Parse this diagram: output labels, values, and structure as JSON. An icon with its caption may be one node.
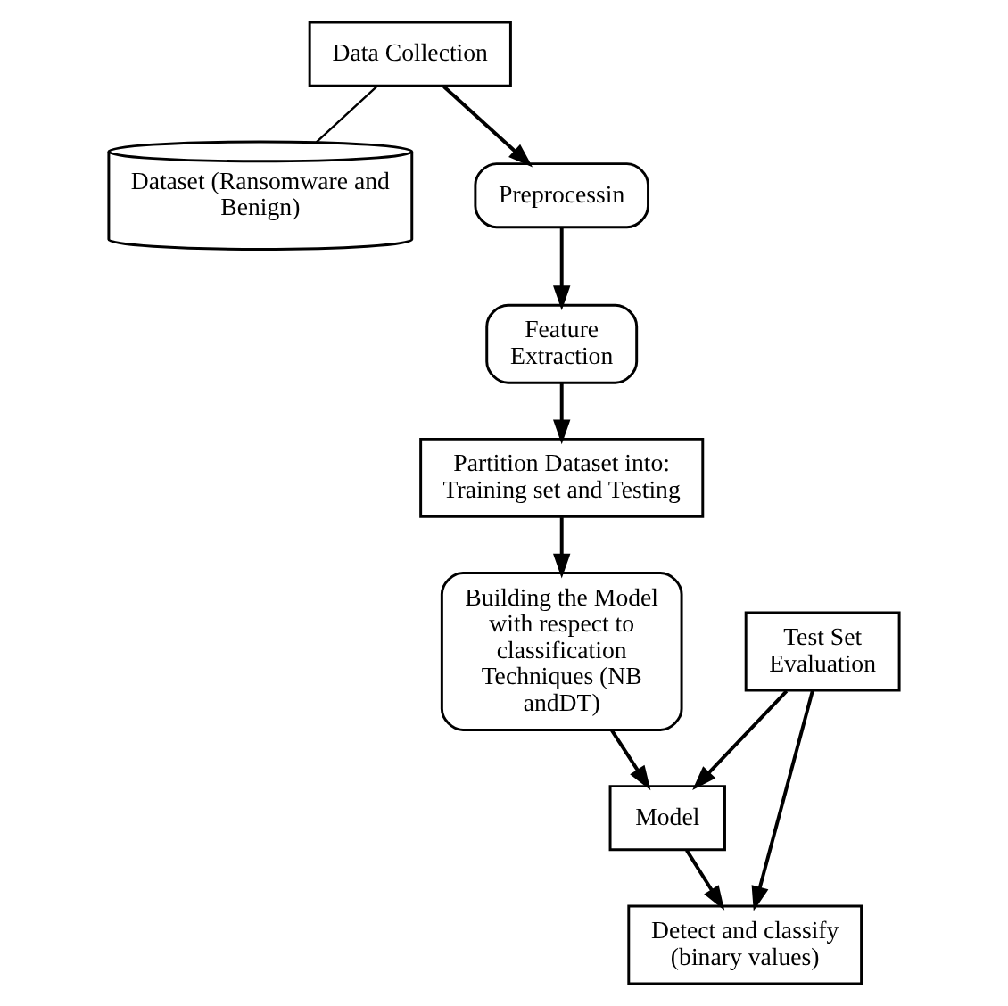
{
  "diagram": {
    "nodes": [
      {
        "text": [
          "Data Collection"
        ]
      },
      {
        "text": [
          "Dataset (Ransomware and Benign)"
        ]
      },
      {
        "text": [
          "Preprocessin"
        ]
      },
      {
        "text": [
          "Feature Extraction"
        ]
      },
      {
        "text": [
          "Test Set Evaluation"
        ]
      },
      {
        "text": [
          "Detect and classify (binary values)"
        ]
      },
      {
        "text": [
          "Partition Dataset into: Training set and Testing"
        ]
      },
      {
        "text": [
          "Building the Model with respect to classification Techniques (NB andDT)"
        ]
      },
      {
        "text": [
          "Model"
        ]
      }
    ],
    "edges": [
      {
        "from": 0,
        "to": 1,
        "arrow": "none"
      },
      {
        "from": 0,
        "to": 2,
        "arrow": "to"
      },
      {
        "from": 2,
        "to": 3,
        "arrow": "to"
      },
      {
        "from": 3,
        "to": 6,
        "arrow": "to"
      },
      {
        "from": 6,
        "to": 7,
        "arrow": "to"
      },
      {
        "from": 7,
        "to": 8,
        "arrow": "to"
      },
      {
        "from": 8,
        "to": 5,
        "arrow": "to"
      },
      {
        "from": 4,
        "to": 5,
        "arrow": "to"
      },
      {
        "from": 4,
        "to": 8,
        "arrow": "to"
      }
    ]
  }
}
